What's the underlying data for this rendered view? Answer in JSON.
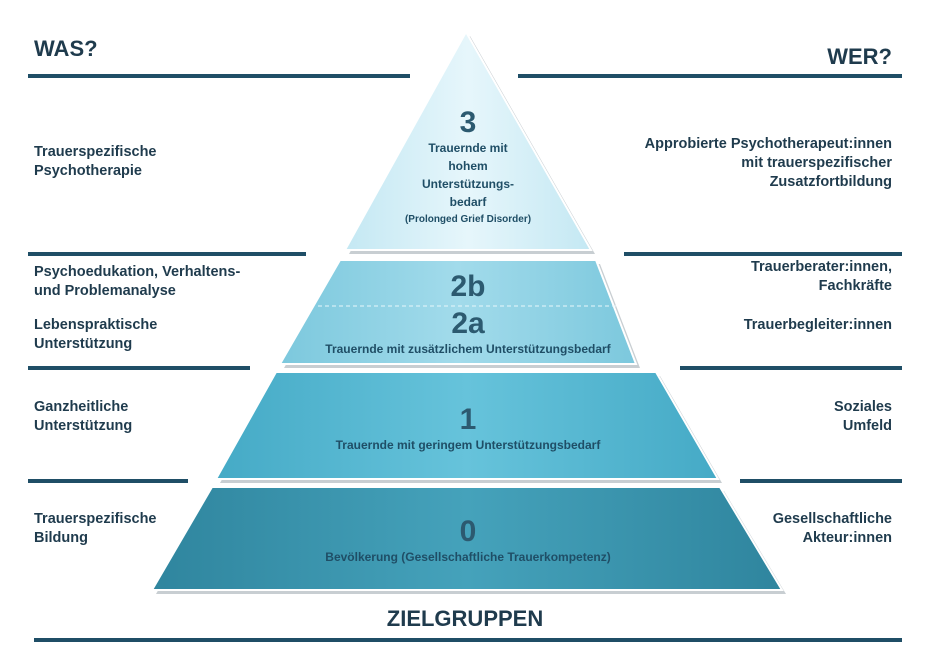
{
  "header": {
    "left": "WAS?",
    "right": "WER?"
  },
  "footer": {
    "title": "ZIELGRUPPEN"
  },
  "levels": {
    "l3": {
      "number": "3",
      "desc_lines": [
        "Trauernde mit",
        "hohem",
        "Unterstützungs-",
        "bedarf"
      ],
      "note": "(Prolonged Grief Disorder)"
    },
    "l2b": {
      "number": "2b"
    },
    "l2a": {
      "number": "2a",
      "desc": "Trauernde mit zusätzlichem Unterstützungsbedarf"
    },
    "l1": {
      "number": "1",
      "desc": "Trauernde mit geringem Unterstützungsbedarf"
    },
    "l0": {
      "number": "0",
      "desc": "Bevölkerung (Gesellschaftliche Trauerkompetenz)"
    }
  },
  "was": {
    "l3": [
      "Trauerspezifische",
      "Psychotherapie"
    ],
    "l2b": [
      "Psychoedukation, Verhaltens-",
      "und Problemanalyse"
    ],
    "l2a": [
      "Lebenspraktische",
      "Unterstützung"
    ],
    "l1": [
      "Ganzheitliche",
      "Unterstützung"
    ],
    "l0": [
      "Trauerspezifische",
      "Bildung"
    ]
  },
  "wer": {
    "l3": [
      "Approbierte Psychotherapeut:innen",
      "mit trauerspezifischer",
      "Zusatzfortbildung"
    ],
    "l2b": [
      "Trauerberater:innen,",
      "Fachkräfte"
    ],
    "l2a": [
      "Trauerbegleiter:innen"
    ],
    "l1": [
      "Soziales",
      "Umfeld"
    ],
    "l0": [
      "Gesellschaftliche",
      "Akteur:innen"
    ]
  },
  "colors": {
    "tier3": "#d9f1f8",
    "tier2": "#8fd3e6",
    "tier1": "#56b9d3",
    "tier0": "#3a97b0",
    "rule": "#1f4e66",
    "text": "#1f3b4d"
  }
}
